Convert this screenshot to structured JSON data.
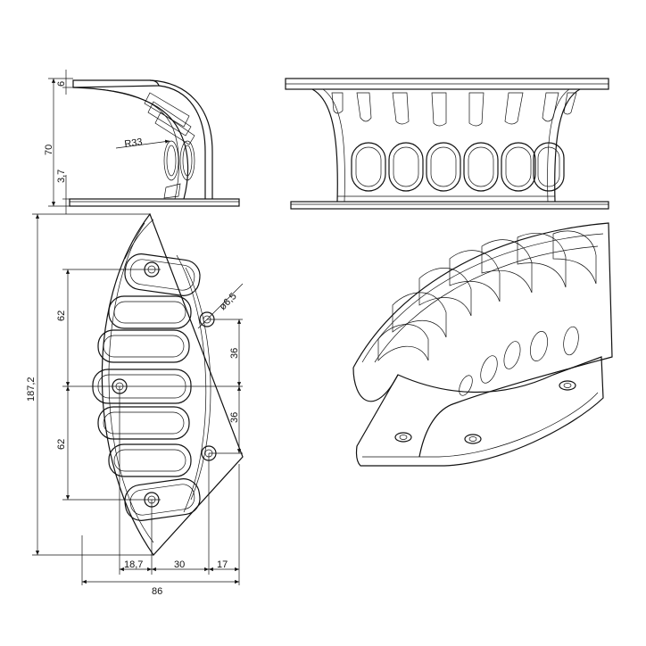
{
  "drawing": {
    "views": [
      "side-view",
      "front-view",
      "top-view",
      "isometric-view"
    ],
    "dimensions": {
      "side": {
        "thickness": "6",
        "height": "70",
        "radius": "R33",
        "base": "3,7"
      },
      "top": {
        "total_height": "187,2",
        "upper_pitch": "62",
        "lower_pitch": "62",
        "hole_dia": "ø6,5",
        "hole_spacing_upper": "36",
        "hole_spacing_lower": "36",
        "offset_a": "18,7",
        "offset_b": "30",
        "offset_c": "17",
        "total_width": "86"
      }
    }
  }
}
